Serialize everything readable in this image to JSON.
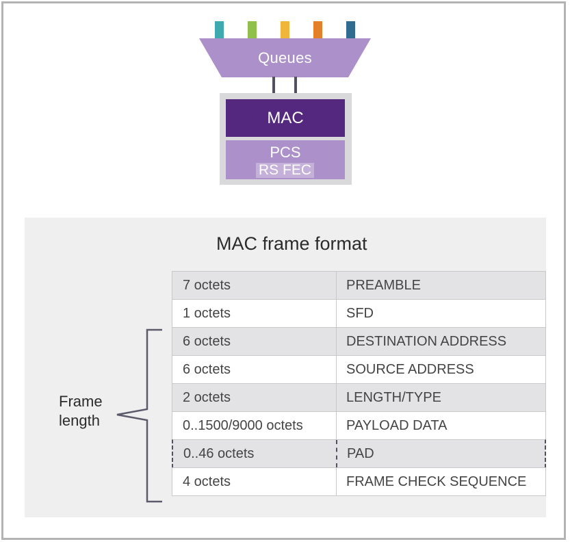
{
  "diagram": {
    "queues": {
      "label": "Queues",
      "bar_colors": [
        "#3fa9b0",
        "#8fc04a",
        "#f0b63a",
        "#e47f2a",
        "#2f6c8f"
      ],
      "shape_color": "#ab90c9"
    },
    "stack": {
      "mac_label": "MAC",
      "pcs_label": "PCS",
      "fec_label": "RS FEC"
    },
    "frame_format": {
      "title": "MAC frame format",
      "brace_label_line1": "Frame",
      "brace_label_line2": "length",
      "rows": [
        {
          "size": "7 octets",
          "field": "PREAMBLE"
        },
        {
          "size": "1 octets",
          "field": "SFD"
        },
        {
          "size": "6 octets",
          "field": "DESTINATION ADDRESS"
        },
        {
          "size": "6 octets",
          "field": "SOURCE ADDRESS"
        },
        {
          "size": "2 octets",
          "field": "LENGTH/TYPE"
        },
        {
          "size": "0..1500/9000 octets",
          "field": "PAYLOAD DATA"
        },
        {
          "size": "0..46 octets",
          "field": "PAD"
        },
        {
          "size": "4 octets",
          "field": "FRAME CHECK SEQUENCE"
        }
      ]
    }
  }
}
